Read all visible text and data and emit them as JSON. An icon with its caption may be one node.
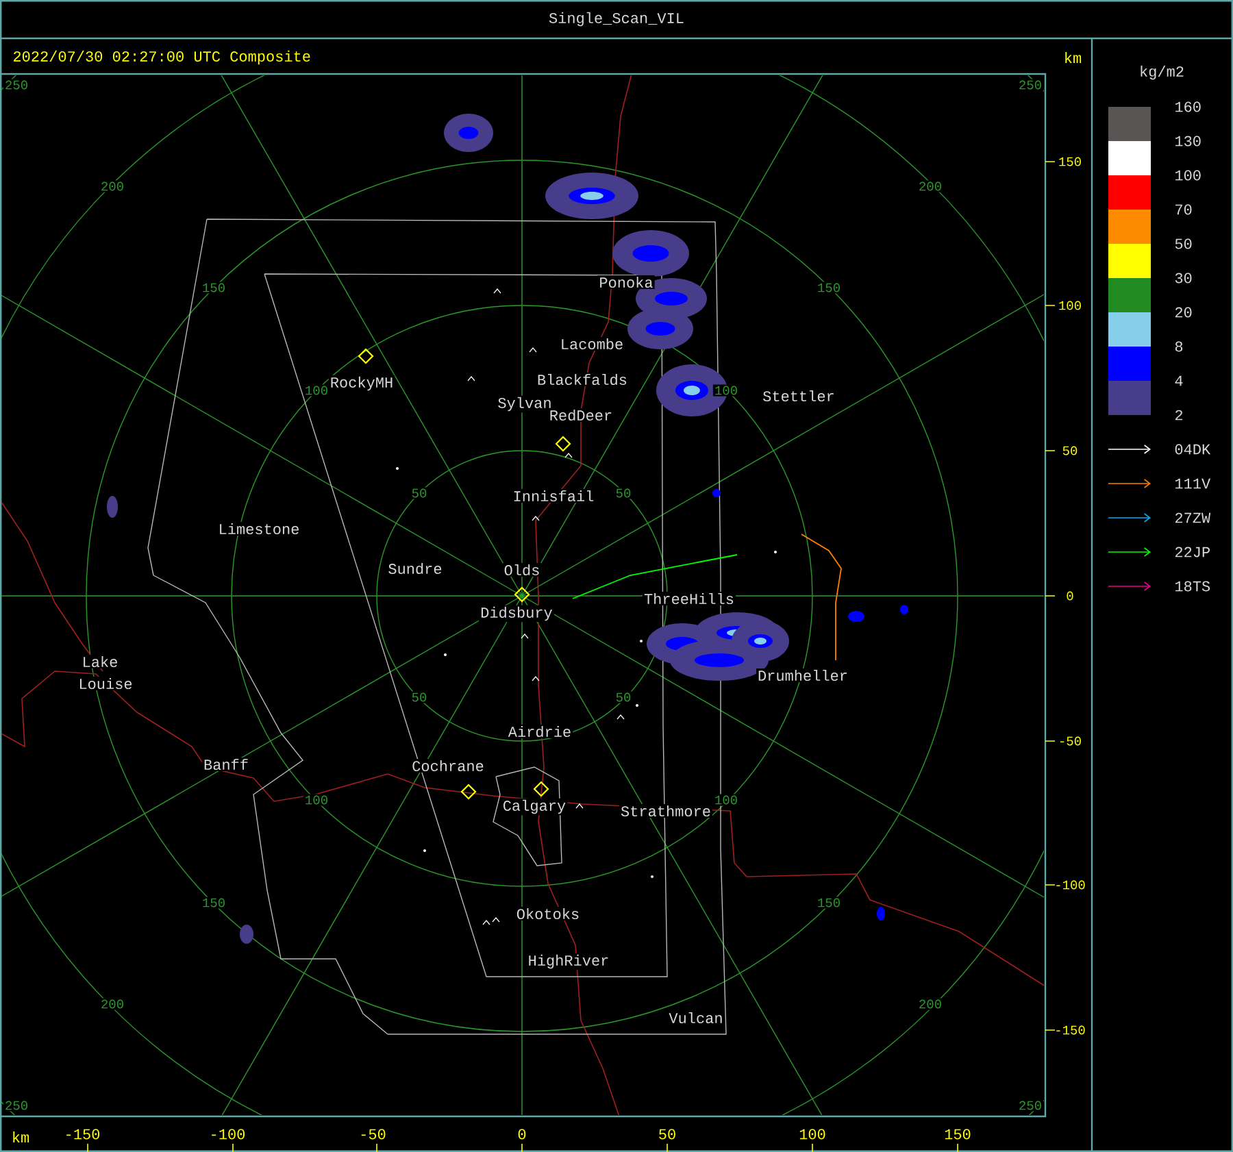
{
  "diagram": {
    "title": "Single_Scan_VIL",
    "labels": [
      "2022/07/30 02:27:00 UTC Composite",
      "km",
      "kg/m2",
      "2",
      "250",
      "250",
      "200",
      "200",
      "150",
      "150",
      "100",
      "100",
      "50",
      "50",
      "50",
      "50",
      "100",
      "100",
      "150",
      "150",
      "200",
      "200",
      "250",
      "250",
      "150",
      "100",
      "50",
      "0",
      "-50",
      "-100",
      "-150",
      "km",
      "-150",
      "-100",
      "-50",
      "0",
      "50",
      "100",
      "150",
      "Ponoka",
      "Lacombe",
      "RockyMH",
      "Blackfalds",
      "Stettler",
      "Sylvan",
      "RedDeer",
      "Innisfail",
      "Limestone",
      "Sundre",
      "Olds",
      "ThreeHills",
      "Didsbury",
      "Lake",
      "Louise",
      "Drumheller",
      "Airdrie",
      "Banff",
      "Cochrane",
      "Calgary",
      "Strathmore",
      "Okotoks",
      "HighRiver",
      "Vulcan"
    ],
    "legend": [
      {
        "text": "160",
        "color": "#595555"
      },
      {
        "text": "130",
        "color": "#ffffff"
      },
      {
        "text": "100",
        "color": "#ff0000"
      },
      {
        "text": "70",
        "color": "#ff8c00"
      },
      {
        "text": "50",
        "color": "#ffff00"
      },
      {
        "text": "30",
        "color": "#228b22"
      },
      {
        "text": "20",
        "color": "#87ceeb"
      },
      {
        "text": "8",
        "color": "#0000ff"
      },
      {
        "text": "4",
        "color": "#483d8b"
      },
      {
        "text": "04DK"
      },
      {
        "text": "111V"
      },
      {
        "text": "27ZW"
      },
      {
        "text": "22JP"
      },
      {
        "text": "18TS"
      }
    ]
  }
}
